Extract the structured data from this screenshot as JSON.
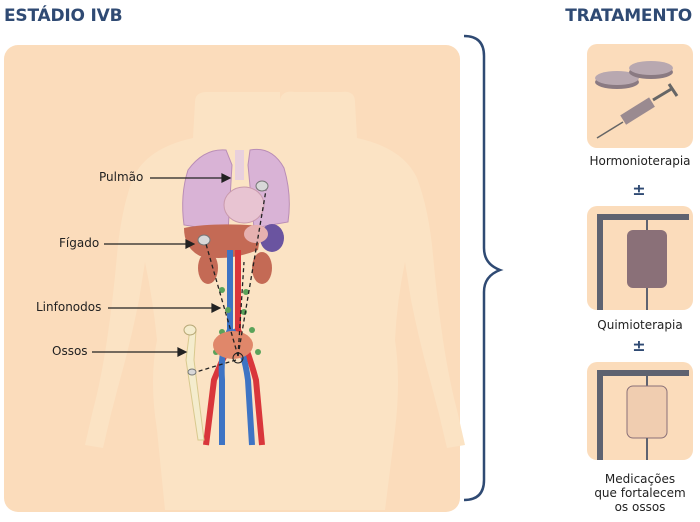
{
  "header": {
    "stage_title": "ESTÁDIO IVB",
    "treatment_title": "TRATAMENTO"
  },
  "organs": {
    "lung": "Pulmão",
    "liver": "Fígado",
    "lymph_nodes": "Linfonodos",
    "bones": "Ossos"
  },
  "treatments": {
    "hormone": "Hormonioterapia",
    "chemo": "Quimioterapia",
    "bone_meds": [
      "Medicações",
      "que fortalecem",
      "os ossos"
    ],
    "plus_minus": "±"
  },
  "colors": {
    "title_blue": "#2f4a73",
    "panel_peach": "#fbdcbb",
    "skin": "#fbe3c4",
    "lung": "#d9b3d6",
    "liver": "#c46a55",
    "artery": "#d9363b",
    "vein": "#3e74c4",
    "lymph": "#5aa35a"
  }
}
